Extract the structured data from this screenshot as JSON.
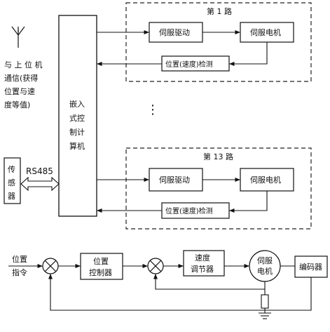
{
  "top": {
    "antenna_label_lines": [
      "与 上 位 机",
      "通信(获得",
      "位置与速",
      "度等值)"
    ],
    "controller_label_lines": [
      "嵌入",
      "式控",
      "制计",
      "算机"
    ],
    "sensor_label_lines": [
      "传",
      "感",
      "器"
    ],
    "rs485_label": "RS485",
    "ellipsis": "⋮",
    "channel_1": {
      "title": "第 1 路",
      "drive_label": "伺服驱动",
      "motor_label": "伺服电机",
      "feedback_label": "位置(速度)检测"
    },
    "channel_13": {
      "title": "第 13 路",
      "drive_label": "伺服驱动",
      "motor_label": "伺服电机",
      "feedback_label": "位置(速度)检测"
    }
  },
  "bottom": {
    "input_label_lines": [
      "位置",
      "指令"
    ],
    "position_controller_lines": [
      "位置",
      "控制器"
    ],
    "speed_regulator_lines": [
      "速度",
      "调节器"
    ],
    "motor_lines": [
      "伺服",
      "电机"
    ],
    "encoder_label": "编码器"
  }
}
